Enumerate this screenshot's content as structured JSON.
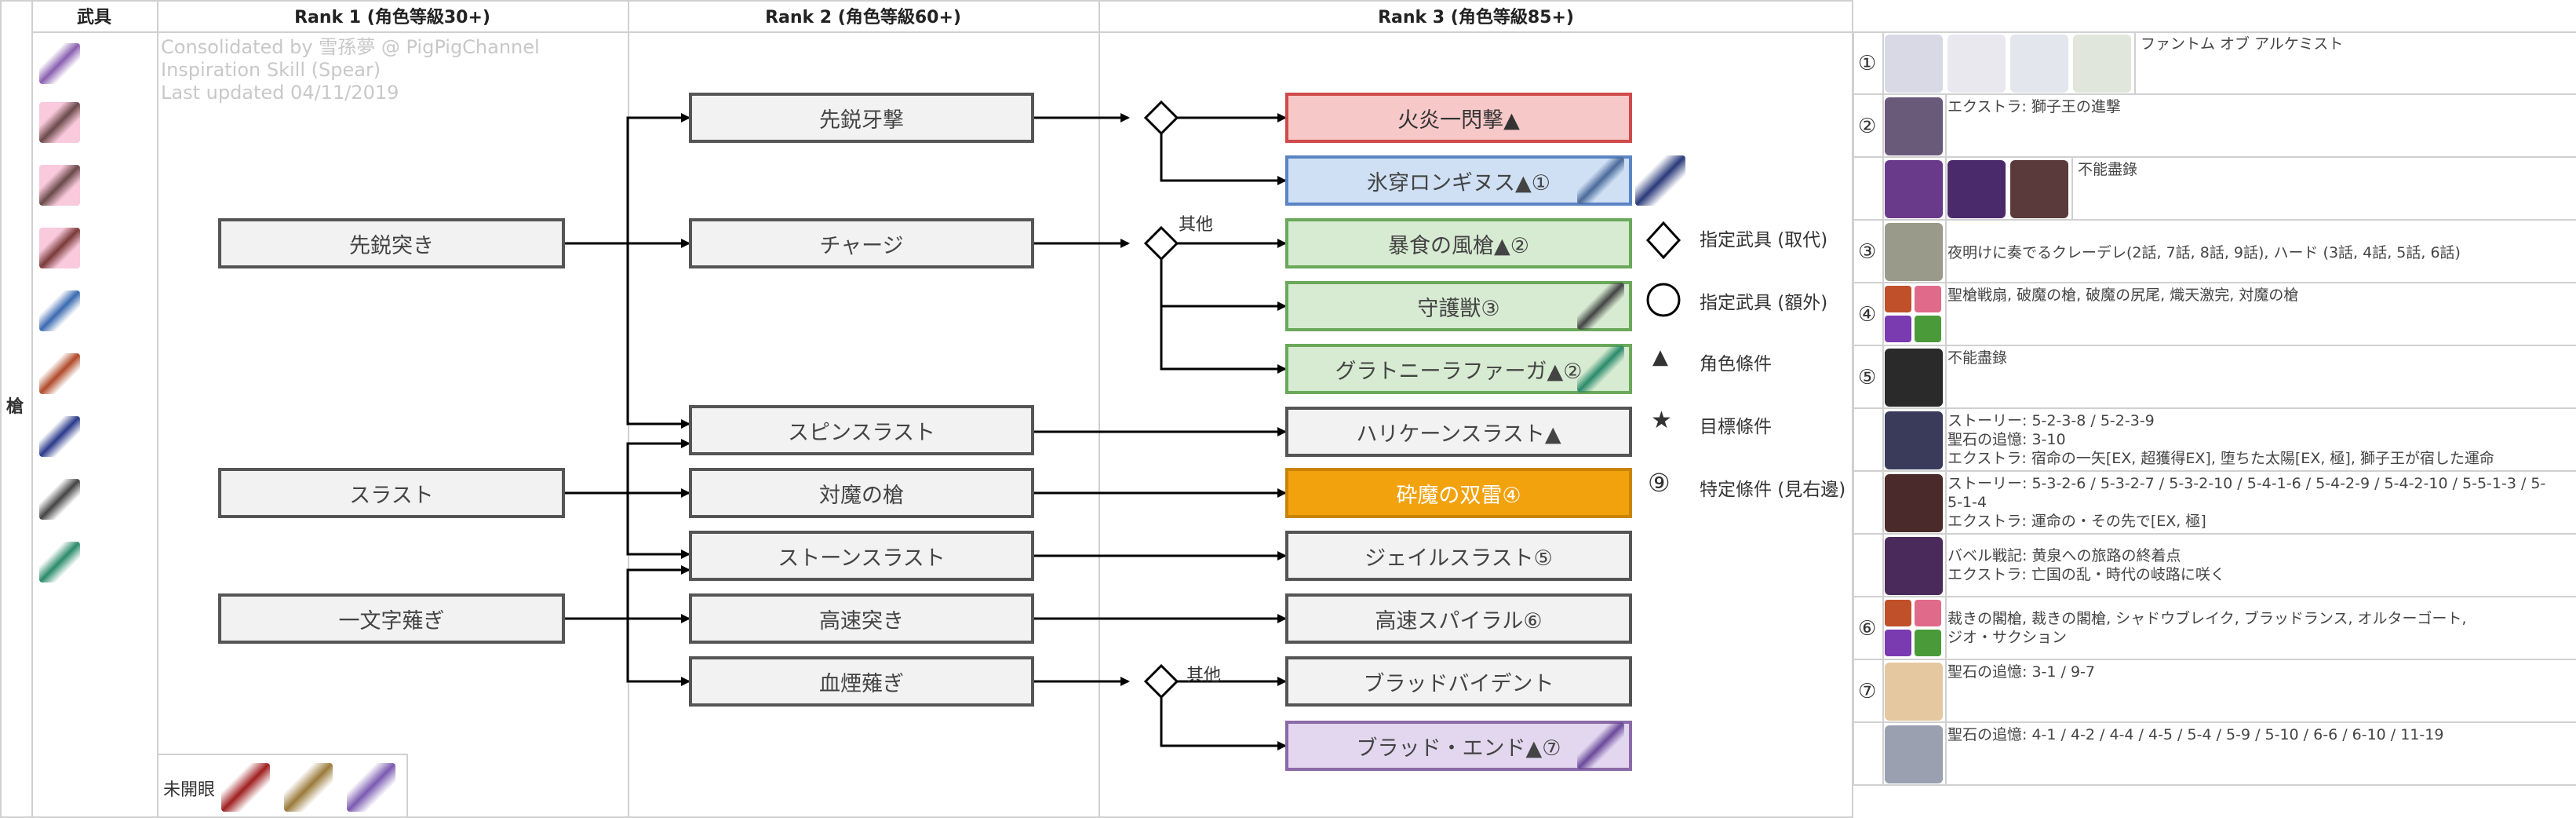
{
  "headers": {
    "weapon": "武具",
    "rank1": "Rank 1 (角色等級30+)",
    "rank2": "Rank 2 (角色等級60+)",
    "rank3": "Rank 3 (角色等級85+)"
  },
  "side_label": "槍",
  "watermark": {
    "line1": "Consolidated by 雪孫夢 @ PigPigChannel",
    "line2": "Inspiration Skill (Spear)",
    "line3": "Last updated 04/11/2019"
  },
  "unopened_label": "未開眼",
  "rank1": [
    "先鋭突き",
    "スラスト",
    "一文字薙ぎ"
  ],
  "rank2": [
    "先鋭牙撃",
    "チャージ",
    "スピンスラスト",
    "対魔の槍",
    "ストーンスラスト",
    "高速突き",
    "血煙薙ぎ"
  ],
  "rank3": [
    "火炎一閃撃▲",
    "氷穿ロンギヌス▲①",
    "暴食の風槍▲②",
    "守護獣③",
    "グラトニーラファーガ▲②",
    "ハリケーンスラスト▲",
    "砕魔の双雷④",
    "ジェイルスラスト⑤",
    "高速スパイラル⑥",
    "ブラッドバイデント",
    "ブラッド・エンド▲⑦"
  ],
  "branch_labels": [
    "其他",
    "其他"
  ],
  "legend": [
    {
      "symbol": "diamond",
      "label": "指定武具 (取代)"
    },
    {
      "symbol": "circle",
      "label": "指定武具 (額外)"
    },
    {
      "symbol": "▲",
      "label": "角色條件"
    },
    {
      "symbol": "★",
      "label": "目標條件"
    },
    {
      "symbol": "⑨",
      "label": "特定條件 (見右邊)"
    }
  ],
  "right_panel": [
    {
      "num": "①",
      "lines": [
        "ファントム オブ アルケミスト"
      ]
    },
    {
      "num": "②",
      "lines": [
        "エクストラ: 獅子王の進撃"
      ]
    },
    {
      "num": "",
      "lines": [
        "不能盡錄"
      ]
    },
    {
      "num": "③",
      "lines": [
        "夜明けに奏でるクレーデレ(2話, 7話, 8話, 9話), ハード (3話, 4話, 5話, 6話)"
      ]
    },
    {
      "num": "④",
      "lines": [
        "聖槍戦扇, 破魔の槍, 破魔の尻尾, 熾天激完, 対魔の槍"
      ]
    },
    {
      "num": "⑤",
      "lines": [
        "不能盡錄"
      ]
    },
    {
      "num": "",
      "lines": [
        "ストーリー: 5-2-3-8 / 5-2-3-9",
        "聖石の追憶: 3-10",
        "エクストラ: 宿命の一矢[EX, 超獲得EX], 堕ちた太陽[EX, 極], 獅子王が宿した運命"
      ]
    },
    {
      "num": "",
      "lines": [
        "ストーリー: 5-3-2-6 / 5-3-2-7 / 5-3-2-10 / 5-4-1-6 / 5-4-2-9 / 5-4-2-10 / 5-5-1-3 / 5-",
        "5-1-4",
        "エクストラ: 運命の・その先で[EX, 極]"
      ]
    },
    {
      "num": "",
      "lines": [
        "バベル戦記: 黄泉への旅路の終着点",
        "エクストラ: 亡国の乱・時代の岐路に咲く"
      ]
    },
    {
      "num": "⑥",
      "lines": [
        "裁きの閣槍, 裁きの閣槍, シャドウブレイク, ブラッドランス, オルターゴート,",
        "ジオ・サクション"
      ]
    },
    {
      "num": "⑦",
      "lines": [
        "聖石の追憶: 3-1 / 9-7"
      ]
    },
    {
      "num": "",
      "lines": [
        "聖石の追憶: 4-1 / 4-2 / 4-4 / 4-5 / 5-4 / 5-9 / 5-10 / 6-6 / 6-10 / 11-19"
      ]
    }
  ],
  "colors": {
    "red": "#f6c8c8",
    "blue": "#cfe0f4",
    "green": "#d7ebd2",
    "orange": "#f2a20c",
    "purple": "#e2d7ee",
    "gray": "#f2f2f2"
  }
}
